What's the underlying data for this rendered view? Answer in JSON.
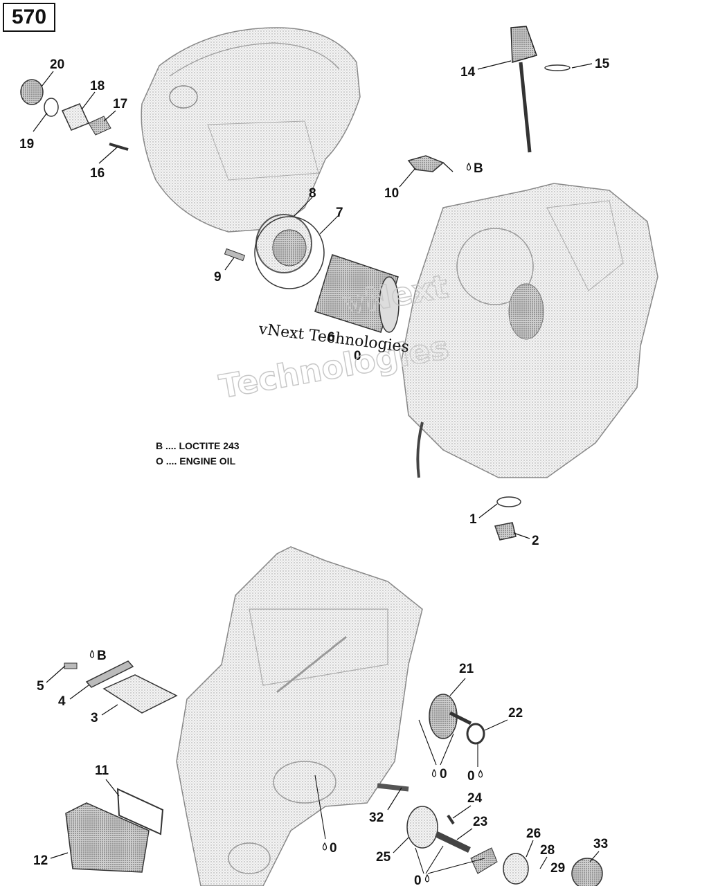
{
  "page_number": "570",
  "legend": {
    "line_b": "B .... LOCTITE 243",
    "line_o": "O .... ENGINE OIL"
  },
  "watermark": {
    "small": "vNext Technologies",
    "big_line1": "vNext",
    "big_line2": "Technologies"
  },
  "callouts": {
    "p1": "1",
    "p2": "2",
    "p3": "3",
    "p4": "4",
    "p5": "5",
    "p6": "6",
    "p7": "7",
    "p8": "8",
    "p9": "9",
    "p10": "10",
    "p11": "11",
    "p12": "12",
    "p14": "14",
    "p15": "15",
    "p16": "16",
    "p17": "17",
    "p18": "18",
    "p19": "19",
    "p20": "20",
    "p21": "21",
    "p22": "22",
    "p23": "23",
    "p24": "24",
    "p25": "25",
    "p26": "26",
    "p28": "28",
    "p29": "29",
    "p32": "32",
    "p33": "33"
  },
  "markers": {
    "b_10": "B",
    "b_5": "B",
    "o_6": "0",
    "o_21": "0",
    "o_22": "0",
    "o_crank": "0",
    "o_25": "0"
  }
}
